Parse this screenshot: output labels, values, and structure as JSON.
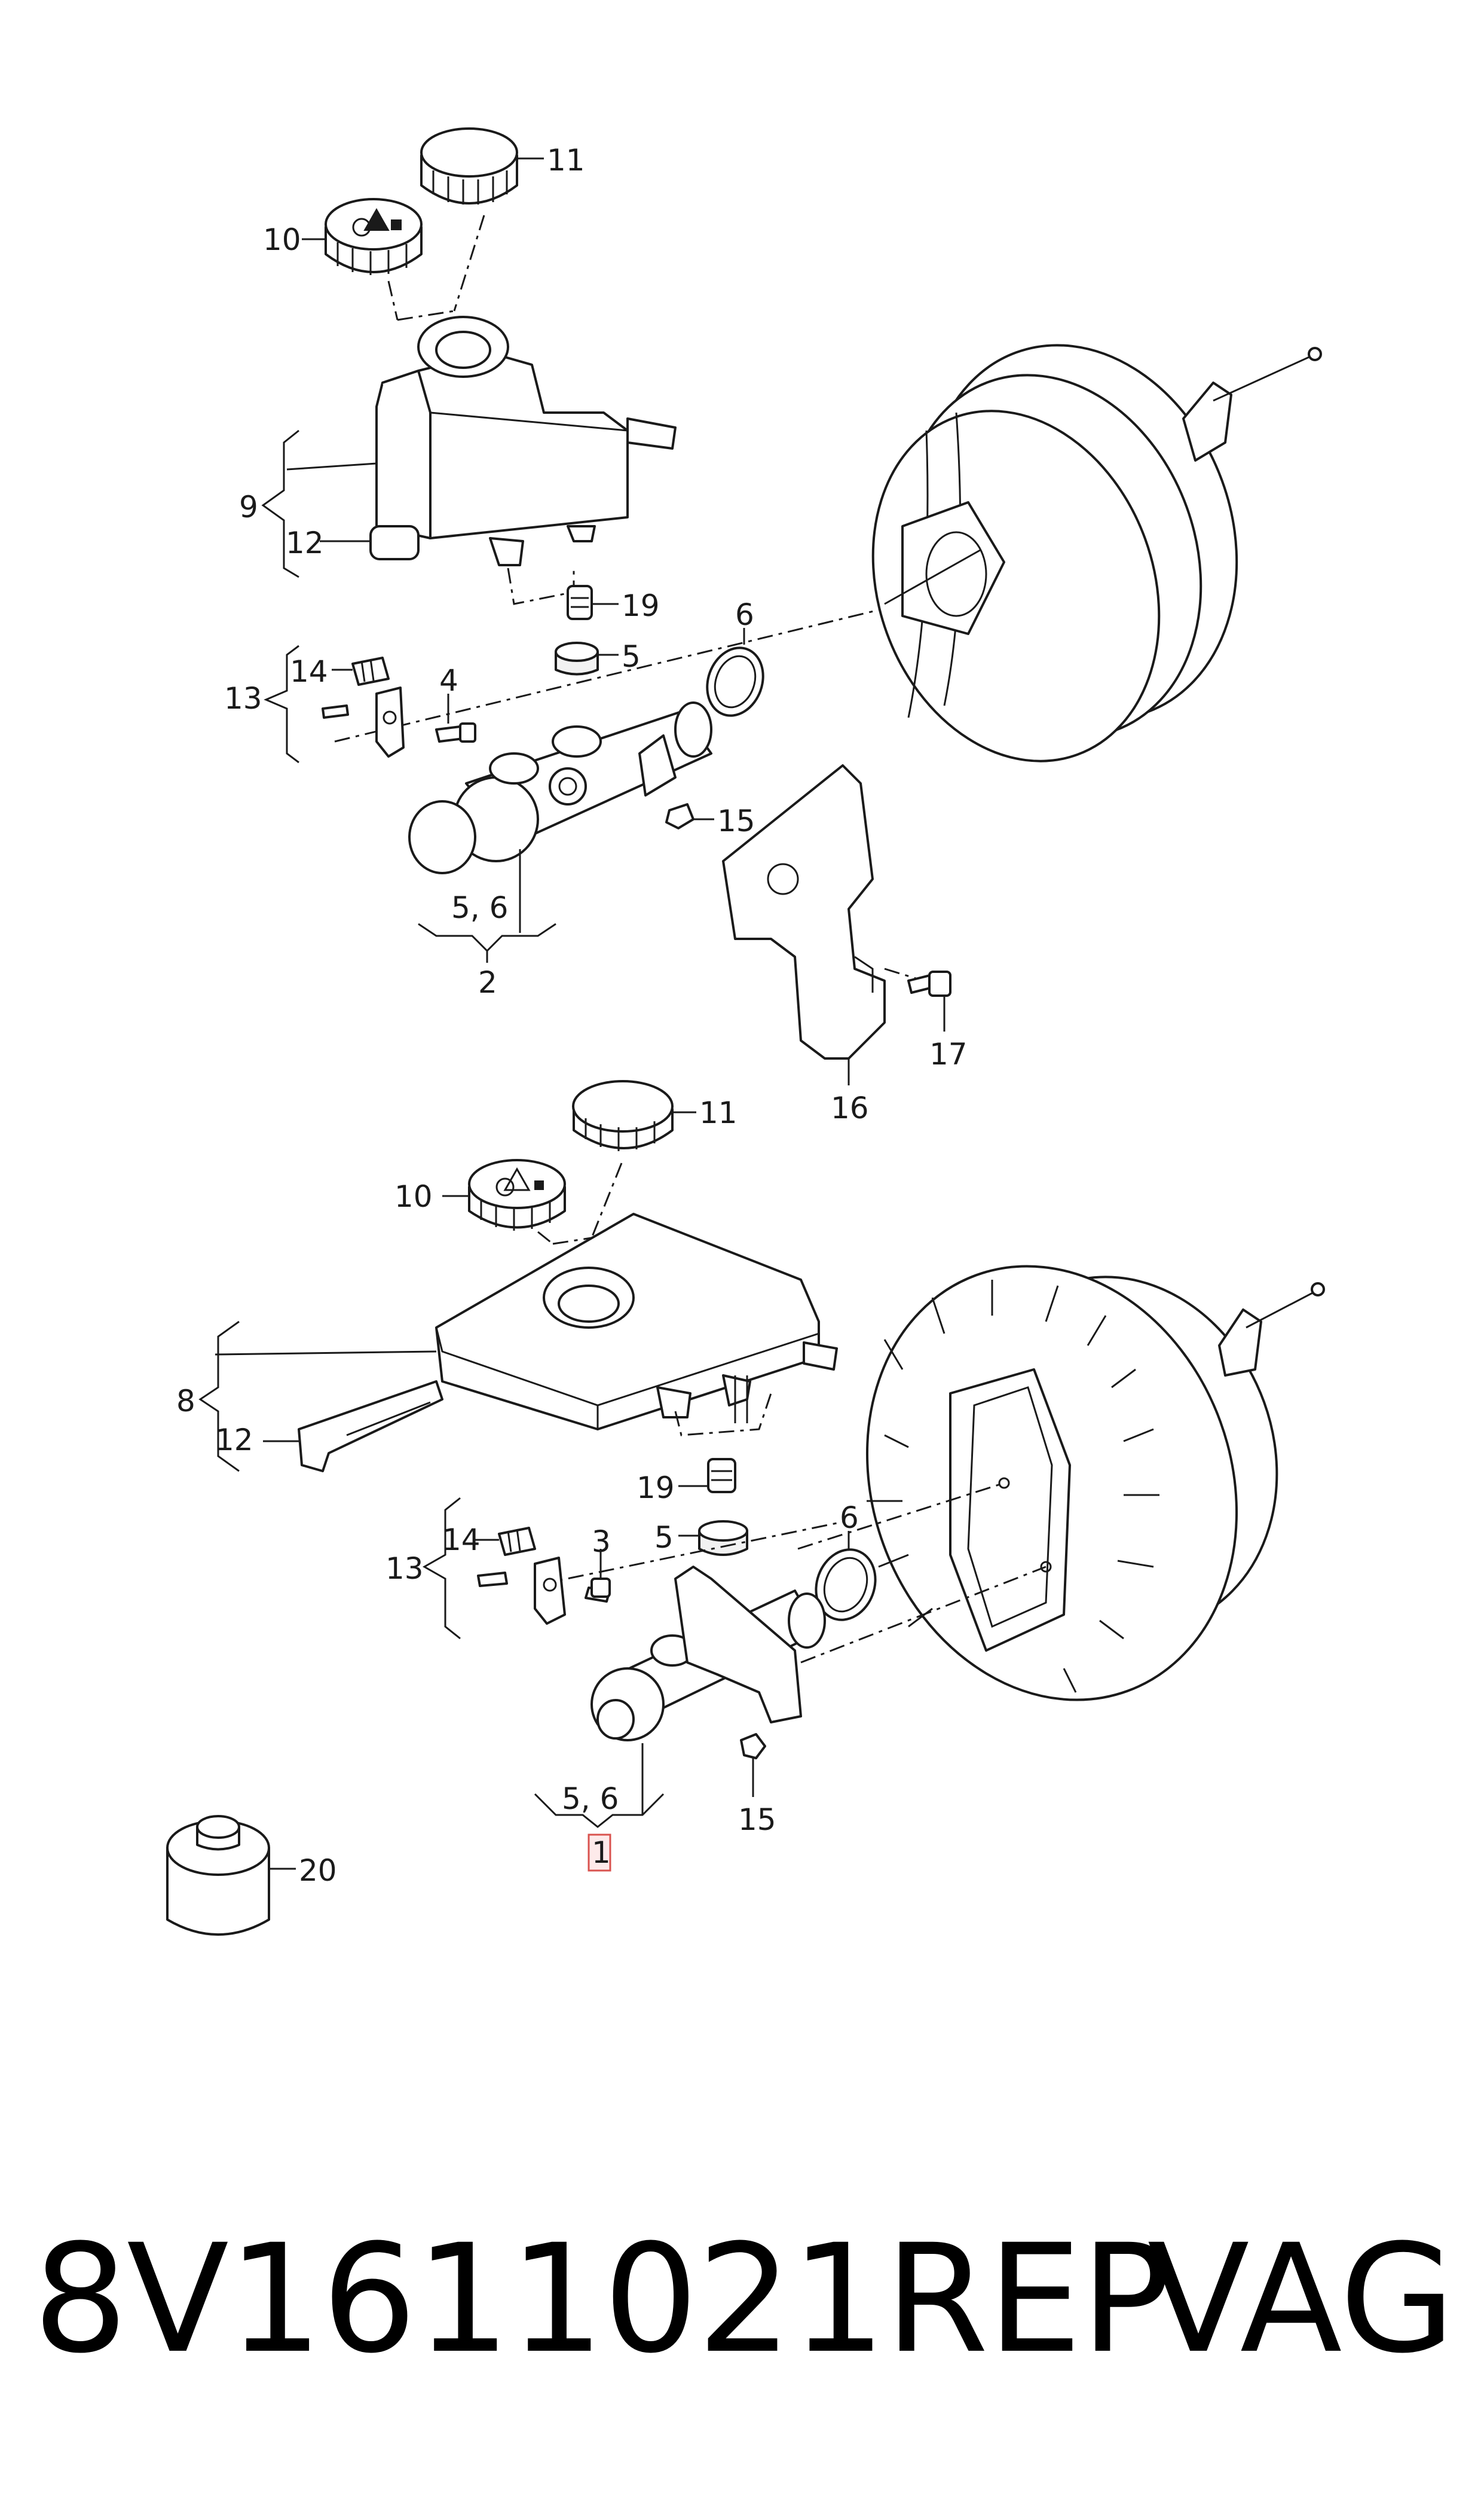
{
  "callouts": {
    "top": {
      "n11": "11",
      "n10": "10",
      "n9": "9",
      "n12": "12",
      "n19": "19",
      "n6": "6",
      "n5": "5",
      "n14": "14",
      "n13": "13",
      "n4": "4",
      "n15": "15",
      "n56": "5, 6",
      "n2": "2",
      "n17": "17",
      "n16": "16"
    },
    "bottom": {
      "n11": "11",
      "n10": "10",
      "n8": "8",
      "n12": "12",
      "n19": "19",
      "n5": "5",
      "n6": "6",
      "n14": "14",
      "n3": "3",
      "n13": "13",
      "n56": "5, 6",
      "n1": "1",
      "n15": "15",
      "n20": "20"
    }
  },
  "footer": {
    "part_number": "8V1611021REP",
    "brand": "VAG"
  },
  "colors": {
    "line": "#1a1a1a",
    "highlight_border": "#d9534f",
    "highlight_fill": "#fdeaea"
  }
}
